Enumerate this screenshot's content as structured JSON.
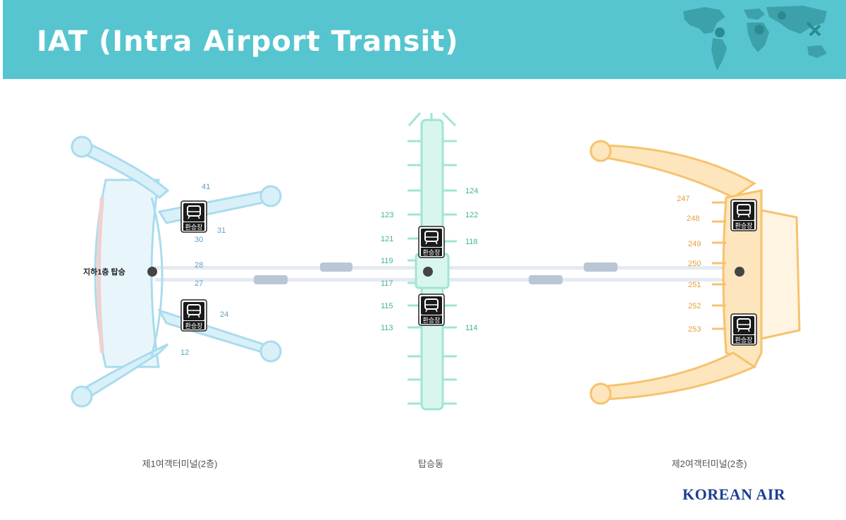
{
  "header": {
    "title": "IAT (Intra Airport Transit)"
  },
  "colors": {
    "header_bg": "#56c5cf",
    "terminal1": "#a9dcee",
    "concourse": "#9fe6d3",
    "terminal2": "#f7c26e",
    "logo": "#1b3f93"
  },
  "terminal1": {
    "caption": "제1여객터미널(2층)",
    "station_label": "지하1층 탑승",
    "gates": {
      "g41": "41",
      "g31": "31",
      "g30": "30",
      "g28": "28",
      "g27": "27",
      "g24": "24",
      "g12": "12"
    }
  },
  "concourse": {
    "caption": "탑승동",
    "gates": {
      "g124": "124",
      "g123": "123",
      "g122": "122",
      "g121": "121",
      "g118": "118",
      "g119": "119",
      "g117": "117",
      "g115": "115",
      "g113": "113",
      "g114": "114"
    }
  },
  "terminal2": {
    "caption": "제2여객터미널(2층)",
    "gates": {
      "g247": "247",
      "g248": "248",
      "g249": "249",
      "g250": "250",
      "g251": "251",
      "g252": "252",
      "g253": "253"
    }
  },
  "transfer_label": "환승장",
  "logo_text": "KOREAN AIR",
  "icons": [
    "world-map-icon",
    "train-icon"
  ]
}
